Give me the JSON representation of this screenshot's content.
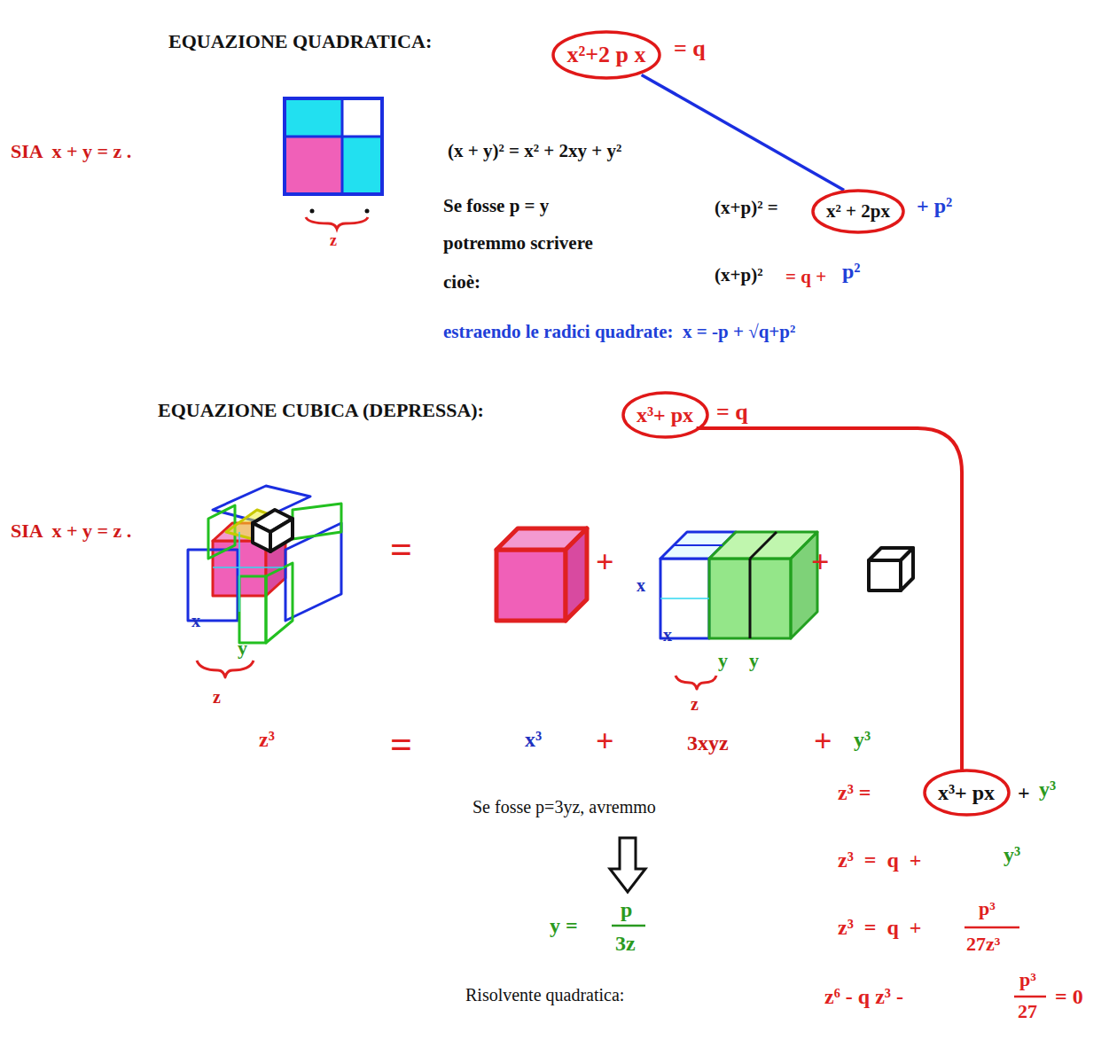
{
  "diagram": {
    "nodes": [
      {
        "text": [
          "x²+2 p x"
        ]
      },
      {
        "text": [
          "x² + 2px"
        ]
      },
      {
        "text": [
          "x³+ px"
        ]
      },
      {
        "text": [
          "x³+ px"
        ]
      }
    ],
    "edges": [
      {
        "from": 0,
        "to": 1,
        "arrow": "none"
      },
      {
        "from": 2,
        "to": 3,
        "arrow": "none"
      }
    ],
    "labels": [
      "EQUAZIONE QUADRATICA:",
      "= q",
      "SIA  x + y = z .",
      "z",
      "(x + y)² = x² + 2xy + y²",
      "Se fosse p = y",
      "potremmo scrivere",
      "cioè:",
      "(x+p)² =",
      "+ p²",
      "(x+p)²",
      "= q +",
      "p²",
      "estraendo le radici quadrate:  x = -p + √q+p²",
      "EQUAZIONE CUBICA (DEPRESSA):",
      "= q",
      "SIA  x + y = z .",
      "=",
      "+",
      "+",
      "x",
      "y",
      "z",
      "x",
      "x",
      "y",
      "y",
      "z",
      "z³",
      "=",
      "x³",
      "+",
      "3xyz",
      "+",
      "y³",
      "Se fosse p=3yz, avremmo",
      "y =",
      "p",
      "3z",
      "Risolvente quadratica:",
      "z³ =",
      "+",
      "y³",
      "z³  =  q  +",
      "y³",
      "z³  =  q  +",
      "p³",
      "27z³",
      "z⁶ - q z³ -",
      "p³",
      "27",
      "= 0"
    ]
  }
}
